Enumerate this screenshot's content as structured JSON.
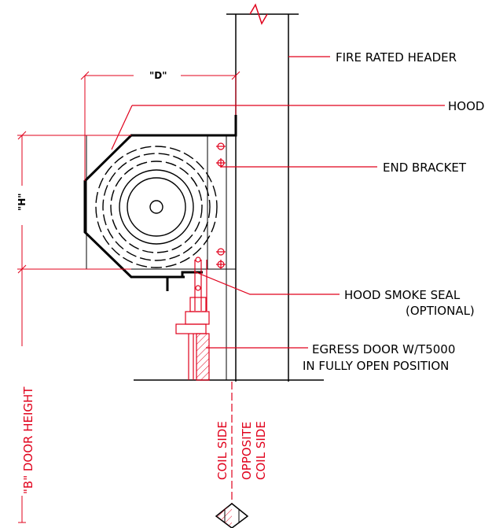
{
  "callouts": {
    "fire_rated_header": "FIRE RATED HEADER",
    "hood": "HOOD",
    "end_bracket": "END BRACKET",
    "hood_smoke_seal_line1": "HOOD SMOKE SEAL",
    "hood_smoke_seal_line2": "(OPTIONAL)",
    "egress_door_line1": "EGRESS DOOR W/T5000",
    "egress_door_line2": "IN FULLY OPEN POSITION"
  },
  "dimensions": {
    "d_label": "\"D\"",
    "h_label": "\"H\"",
    "b_label": "\"B\" DOOR HEIGHT"
  },
  "sides": {
    "coil_side": "COIL SIDE",
    "opposite_line1": "OPPOSITE",
    "opposite_line2": "COIL SIDE"
  },
  "colors": {
    "linework": "#000000",
    "annotation": "#e0001b"
  }
}
